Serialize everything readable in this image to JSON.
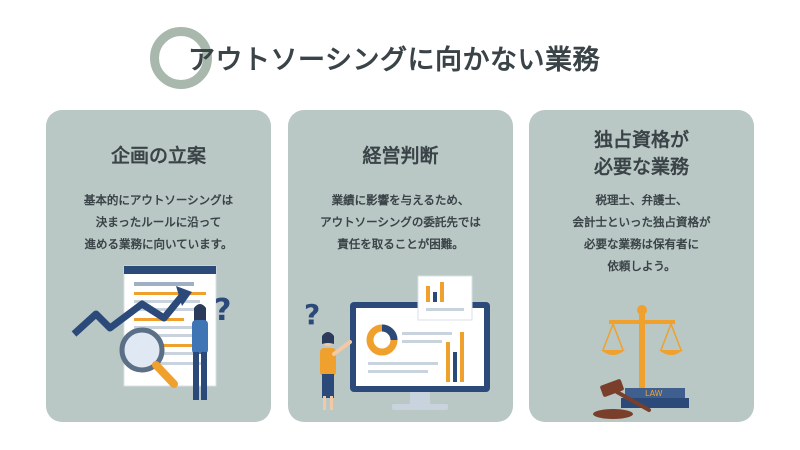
{
  "page": {
    "title": "アウトソーシングに向かない業務"
  },
  "cards": [
    {
      "title_lines": [
        "企画の立案"
      ],
      "body_lines": [
        "基本的にアウトソーシングは",
        "決まったルールに沿って",
        "進める業務に向いています。"
      ]
    },
    {
      "title_lines": [
        "経営判断"
      ],
      "body_lines": [
        "業績に影響を与えるため、",
        "アウトソーシングの委託先では",
        "責任を取ることが困難。"
      ]
    },
    {
      "title_lines": [
        "独占資格が",
        "必要な業務"
      ],
      "body_lines": [
        "税理士、弁護士、",
        "会計士といった独占資格が",
        "必要な業務は保有者に",
        "依頼しよう。"
      ]
    }
  ],
  "illustrations": {
    "question_mark": "?",
    "law_book_label": "LAW"
  },
  "colors": {
    "card_bg": "#b9c7c5",
    "title_ring": "#a8b8ad",
    "text": "#3a4347",
    "accent_orange": "#f0a02c",
    "accent_navy": "#2b4a7a"
  }
}
